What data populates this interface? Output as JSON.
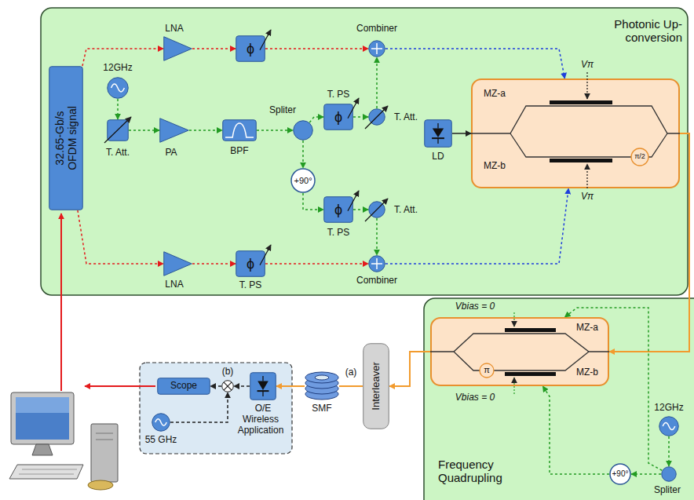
{
  "diagram": {
    "nodes": [
      {
        "text": [
          "Photonic Up-conversion"
        ]
      },
      {
        "text": [
          "32.65-Gb/s OFDM signal"
        ],
        "in": 0
      },
      {
        "text": [
          "12GHz"
        ],
        "in": 0
      },
      {
        "text": [
          "T. Att."
        ],
        "in": 0
      },
      {
        "text": [
          "PA"
        ],
        "in": 0
      },
      {
        "text": [
          "BPF"
        ],
        "in": 0
      },
      {
        "text": [
          "Spliter"
        ],
        "in": 0
      },
      {
        "text": [
          "+90°"
        ],
        "in": 0
      },
      {
        "text": [
          "LNA"
        ],
        "in": 0
      },
      {
        "text": [
          "ϕ"
        ],
        "in": 0
      },
      {
        "text": [
          "Combiner"
        ],
        "in": 0
      },
      {
        "text": [
          "ϕ",
          "T. PS"
        ],
        "in": 0
      },
      {
        "text": [
          "T. Att."
        ],
        "in": 0
      },
      {
        "text": [
          "ϕ",
          "T. PS"
        ],
        "in": 0
      },
      {
        "text": [
          "T. Att."
        ],
        "in": 0
      },
      {
        "text": [
          "LNA"
        ],
        "in": 0
      },
      {
        "text": [
          "ϕ",
          "T. PS"
        ],
        "in": 0
      },
      {
        "text": [
          "Combiner"
        ],
        "in": 0
      },
      {
        "text": [
          "LD"
        ],
        "in": 0
      },
      {
        "text": [
          "MZ-a",
          "MZ-b"
        ],
        "in": 0
      },
      {
        "text": [
          "Frequency Quadrupling"
        ]
      },
      {
        "text": [
          "MZ-a",
          "MZ-b"
        ],
        "in": 20
      },
      {
        "text": [
          "12GHz"
        ],
        "in": 20
      },
      {
        "text": [
          "Spliter"
        ],
        "in": 20
      },
      {
        "text": [
          "+90°"
        ],
        "in": 20
      },
      {
        "text": [
          "Interleaver"
        ]
      },
      {
        "text": [
          "SMF"
        ]
      },
      {
        "text": [
          "Wireless Application"
        ]
      },
      {
        "text": [
          "Scope"
        ],
        "in": 27
      },
      {
        "text": [
          "(b)"
        ],
        "in": 27
      },
      {
        "text": [
          "O/E"
        ],
        "in": 27
      },
      {
        "text": [
          "55 GHz"
        ],
        "in": 27
      }
    ],
    "edges": [
      {
        "from": 1,
        "to": 8,
        "arrow": "to"
      },
      {
        "from": 1,
        "to": 15,
        "arrow": "to"
      },
      {
        "from": 2,
        "to": 3,
        "arrow": "to"
      },
      {
        "from": 3,
        "to": 4,
        "arrow": "to"
      },
      {
        "from": 4,
        "to": 5,
        "arrow": "to"
      },
      {
        "from": 5,
        "to": 6,
        "arrow": "to"
      },
      {
        "from": 6,
        "to": 11,
        "arrow": "to"
      },
      {
        "from": 6,
        "to": 7,
        "arrow": "to"
      },
      {
        "from": 7,
        "to": 13,
        "arrow": "to"
      },
      {
        "from": 11,
        "to": 12,
        "arrow": "to"
      },
      {
        "from": 12,
        "to": 10,
        "arrow": "to"
      },
      {
        "from": 13,
        "to": 14,
        "arrow": "to"
      },
      {
        "from": 14,
        "to": 17,
        "arrow": "to"
      },
      {
        "from": 8,
        "to": 9,
        "arrow": "to"
      },
      {
        "from": 9,
        "to": 10,
        "arrow": "to"
      },
      {
        "from": 15,
        "to": 16,
        "arrow": "to"
      },
      {
        "from": 16,
        "to": 17,
        "arrow": "to"
      },
      {
        "from": 10,
        "to": 19,
        "arrow": "to"
      },
      {
        "from": 17,
        "to": 19,
        "arrow": "to"
      },
      {
        "from": 18,
        "to": 19,
        "arrow": "to"
      },
      {
        "from": 19,
        "to": 21,
        "arrow": "to"
      },
      {
        "from": 21,
        "to": 25,
        "arrow": "to"
      },
      {
        "from": 25,
        "to": 26,
        "arrow": "none"
      },
      {
        "from": 26,
        "to": 30,
        "arrow": "to"
      },
      {
        "from": 30,
        "to": 29,
        "arrow": "to"
      },
      {
        "from": 31,
        "to": 29,
        "arrow": "to"
      },
      {
        "from": 29,
        "to": 28,
        "arrow": "to"
      },
      {
        "from": 22,
        "to": 23,
        "arrow": "to"
      },
      {
        "from": 23,
        "to": 21,
        "arrow": "to"
      },
      {
        "from": 23,
        "to": 24,
        "arrow": "to"
      },
      {
        "from": 24,
        "to": 21,
        "arrow": "to"
      }
    ],
    "labels": [
      "Vπ",
      "Vπ",
      "π/2",
      "Vbias = 0",
      "Vbias = 0",
      "π",
      "(a)"
    ]
  }
}
